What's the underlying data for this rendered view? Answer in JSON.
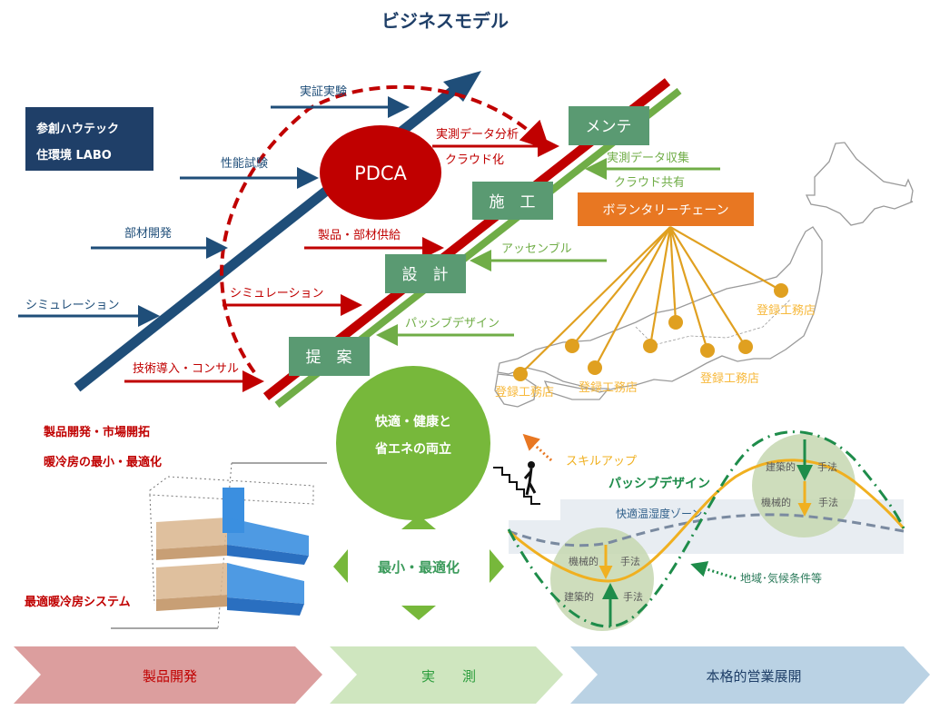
{
  "title": "ビジネスモデル",
  "lab_box": {
    "line1": "参創ハウテック",
    "line2": "住環境 LABO"
  },
  "blue_arrows": [
    {
      "label": "実証実験"
    },
    {
      "label": "性能試験"
    },
    {
      "label": "部材開発"
    },
    {
      "label": "シミュレーション"
    }
  ],
  "pdca": "PDCA",
  "red_arrows": [
    {
      "label": "実測データ分析",
      "sub": "クラウド化"
    },
    {
      "label": "製品・部材供給"
    },
    {
      "label": "シミュレーション"
    },
    {
      "label": "技術導入・コンサル"
    }
  ],
  "steps": [
    {
      "label": "メンテ"
    },
    {
      "label": "施　工"
    },
    {
      "label": "設　計"
    },
    {
      "label": "提　案"
    }
  ],
  "green_arrows": [
    {
      "label": "実測データ収集",
      "sub": "クラウド共有"
    },
    {
      "label": "アッセンブル"
    },
    {
      "label": "パッシブデザイン"
    }
  ],
  "voluntary_chain": "ボランタリーチェーン",
  "registered_shops": [
    "登録工務店",
    "登録工務店",
    "登録工務店",
    "登録工務店"
  ],
  "center_circle": {
    "line1": "快適・健康と",
    "line2": "省エネの両立"
  },
  "optimize_label": "最小・最適化",
  "left_notes": {
    "line1": "製品開発・市場開拓",
    "line2": "暖冷房の最小・最適化",
    "system": "最適暖冷房システム"
  },
  "skill_up": "スキルアップ",
  "passive_design": "パッシブデザイン",
  "comfort_zone": "快適温湿度ゾーン",
  "methods": {
    "architectural": "建築的",
    "mechanical": "機械的",
    "technique": "手法"
  },
  "region_climate": "地域･気候条件等",
  "phases": [
    {
      "label": "製品開発",
      "color": "#dc9e9e",
      "text_color": "#c00000"
    },
    {
      "label": "実　　測",
      "color": "#cfe6bf",
      "text_color": "#2e9e3e"
    },
    {
      "label": "本格的営業展開",
      "color": "#bad2e4",
      "text_color": "#1f3f68"
    }
  ],
  "colors": {
    "navy": "#1f4e79",
    "red": "#c00000",
    "green": "#70ad47",
    "teal_box": "#5a9a72",
    "orange": "#e87722",
    "gold": "#e0a020"
  }
}
